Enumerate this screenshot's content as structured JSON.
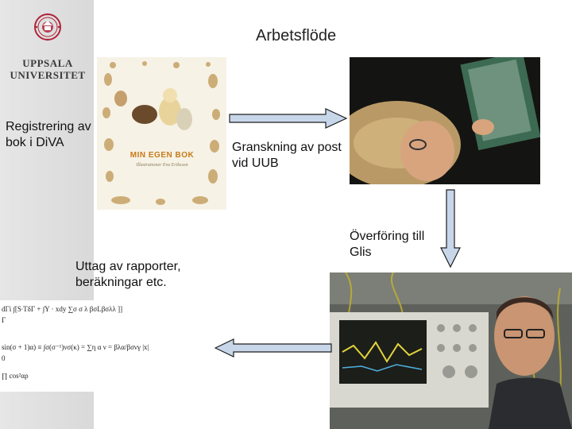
{
  "sidebar": {
    "logo": {
      "line1": "UPPSALA",
      "line2": "UNIVERSITET"
    }
  },
  "slide": {
    "title": "Arbetsflöde"
  },
  "labels": {
    "registrering": "Registrering av\nbok i DiVA",
    "granskning": "Granskning av post\nvid UUB",
    "overforing": "Överföring till\nGlis",
    "uttag": "Uttag av rapporter,\nberäkningar etc."
  },
  "book": {
    "title": "MIN EGEN BOK",
    "subtitle": "Illustrationer Eva Eriksson"
  },
  "equations": {
    "lines": [
      "dΓi   ∫[S∙TδΓ + ∫Υ · xdy     ∑σ  σ   λ    βσLβσλλ   ]]",
      "         Γ",
      "sin(σ + 1)α)  ≡  ∫σ(σ⁻¹)νσ(κ) = ∑η   α  ν  = βλα/βσνγ   |x|",
      "                     0",
      "∏ cos²αρ"
    ]
  },
  "colors": {
    "sidebar": "#dedede",
    "arrow_fill": "#c8d6ea",
    "arrow_stroke": "#1f1f1f",
    "seal": "#b0243a"
  }
}
